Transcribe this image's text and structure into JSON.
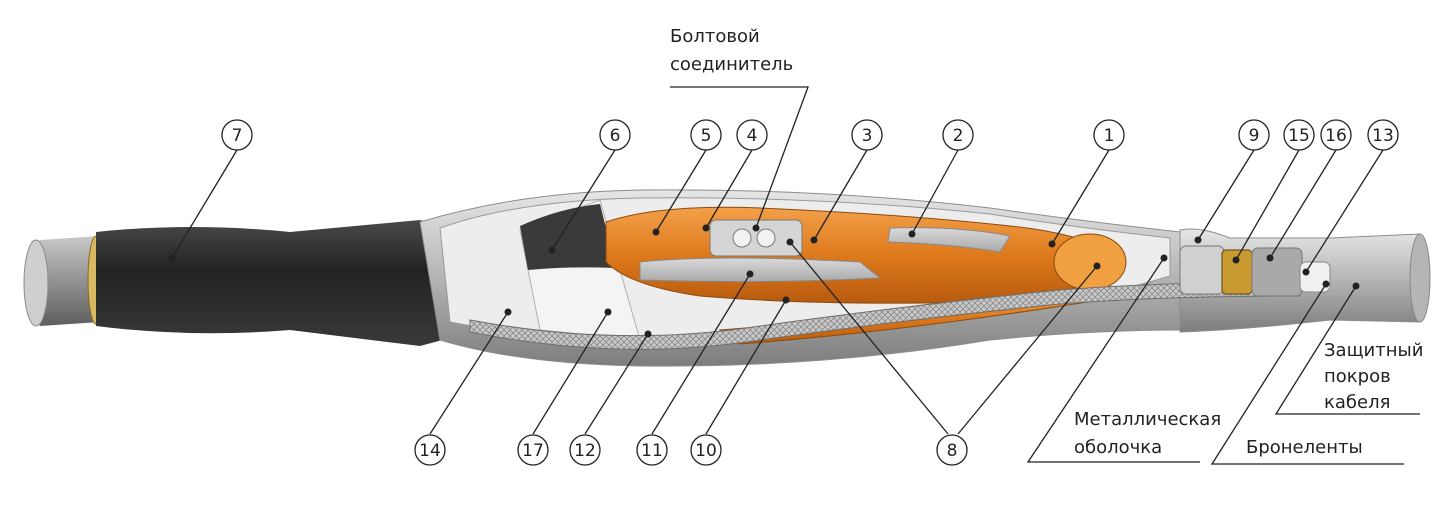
{
  "labels": {
    "bolt_connector": [
      "Болтовой",
      "соединитель"
    ],
    "metal_sheath": [
      "Металлическая",
      "оболочка"
    ],
    "armor_tapes": [
      "Бронеленты"
    ],
    "protective_cover": [
      "Защитный",
      "покров",
      "кабеля"
    ]
  },
  "callouts": [
    "7",
    "6",
    "5",
    "4",
    "3",
    "2",
    "1",
    "9",
    "15",
    "16",
    "13",
    "14",
    "17",
    "12",
    "11",
    "10",
    "8"
  ],
  "colors": {
    "shell": "#b8b8b8",
    "copper": "#e07a1e",
    "dark_tube": "#2a2a2a",
    "cable": "#9a9a9a",
    "mesh": "#c8c8c8"
  }
}
